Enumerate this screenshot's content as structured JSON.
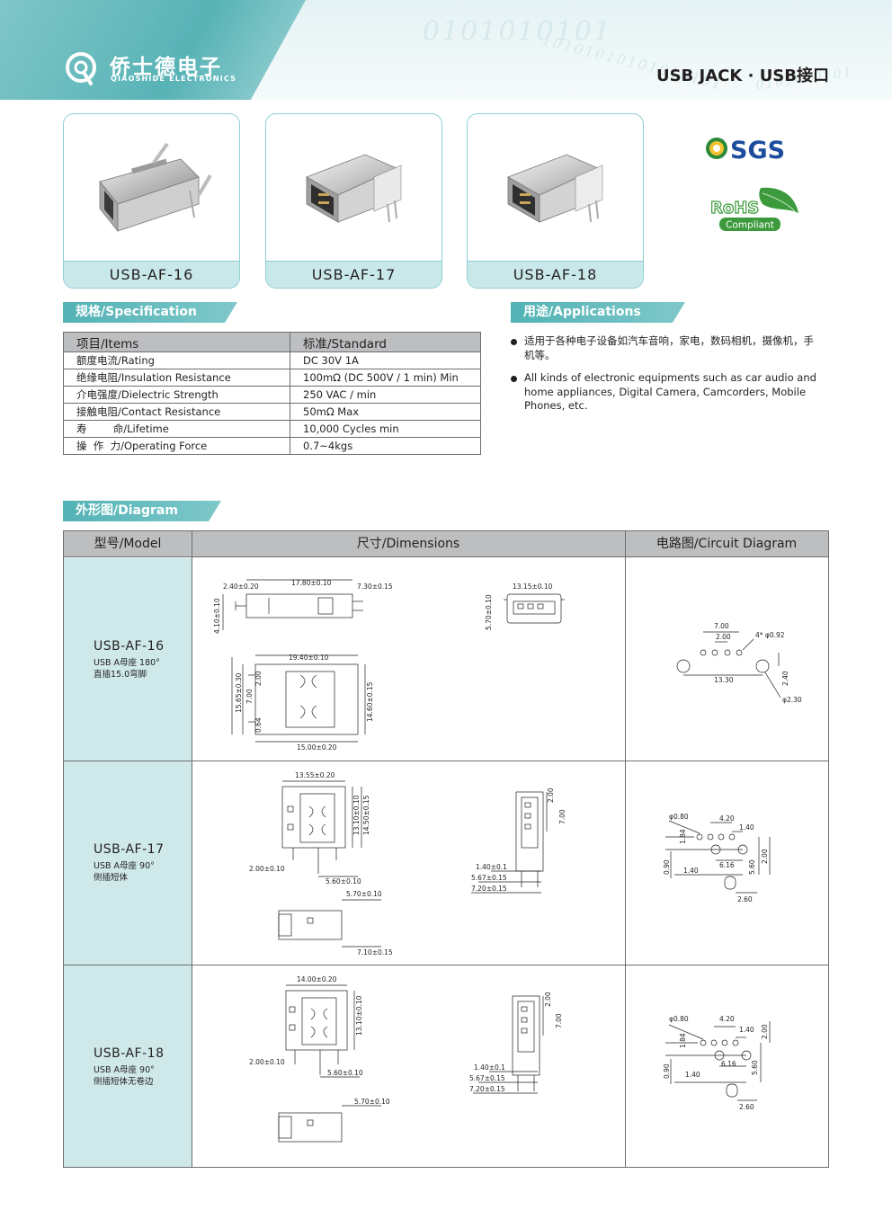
{
  "header": {
    "brand_cn": "侨士德电子",
    "brand_en": "QIAOSHIDE ELECTRONICS",
    "title": "USB JACK · USB接口",
    "binary_a": "0101010101",
    "binary_b": "10101010101010101"
  },
  "products": [
    {
      "label": "USB-AF-16"
    },
    {
      "label": "USB-AF-17"
    },
    {
      "label": "USB-AF-18"
    }
  ],
  "certifications": {
    "sgs": "SGS",
    "rohs": "RoHS",
    "rohs_sub": "Compliant"
  },
  "colors": {
    "accent": "#58b3b6",
    "tab": "#52b2b5",
    "table_header": "#bcbec0",
    "model_cell": "#cfe9ea"
  },
  "specification": {
    "tab": "规格/Specification",
    "header": [
      "项目/Items",
      "标准/Standard"
    ],
    "rows": [
      [
        "额度电流/Rating",
        "DC  30V  1A"
      ],
      [
        "绝缘电阻/Insulation Resistance",
        "100mΩ (DC 500V / 1 min) Min"
      ],
      [
        "介电强度/Dielectric Strength",
        "250 VAC / min"
      ],
      [
        "接触电阻/Contact Resistance",
        "50mΩ Max"
      ],
      [
        "寿        命/Lifetime",
        "10,000 Cycles min"
      ],
      [
        "操  作  力/Operating Force",
        "0.7~4kgs"
      ]
    ]
  },
  "applications": {
    "tab": "用途/Applications",
    "items": [
      "适用于各种电子设备如汽车音响，家电，数码相机，摄像机，手机等。",
      "All kinds of electronic equipments such as car audio and home appliances, Digital Camera, Camcorders, Mobile Phones, etc."
    ]
  },
  "diagram": {
    "tab": "外形图/Diagram",
    "columns": [
      "型号/Model",
      "尺寸/Dimensions",
      "电路图/Circuit Diagram"
    ],
    "rows": [
      {
        "model": "USB-AF-16",
        "desc1": "USB A母座 180°",
        "desc2": "直插15.0弯脚",
        "dims": {
          "a": "2.40±0.20",
          "b": "17.80±0.10",
          "c": "7.30±0.15",
          "d": "4.10±0.10",
          "e": "13.15±0.10",
          "f": "5.70±0.10",
          "g": "19.40±0.10",
          "h": "15.65±0.30",
          "i": "2.00",
          "j": "7.00",
          "k": "0.64",
          "l": "14.60±0.15",
          "m": "15.00±0.20"
        },
        "circuit": {
          "a": "7.00",
          "b": "2.00",
          "c": "4* φ0.92",
          "d": "13.30",
          "e": "2.40",
          "f": "φ2.30"
        }
      },
      {
        "model": "USB-AF-17",
        "desc1": "USB A母座 90°",
        "desc2": "侧插短体",
        "dims": {
          "a": "13.55±0.20",
          "b": "13.10±0.10",
          "c": "14.50±0.15",
          "d": "2.00±0.10",
          "e": "5.60±0.10",
          "f": "2.00",
          "g": "7.00",
          "h": "1.40±0.1",
          "i": "5.67±0.15",
          "j": "7.20±0.15",
          "k": "5.70±0.10",
          "l": "7.10±0.15"
        },
        "circuit": {
          "a": "φ0.80",
          "b": "4.20",
          "c": "1.40",
          "d": "1.84",
          "e": "6.16",
          "f": "0.90",
          "g": "1.40",
          "h": "5.60",
          "i": "2.00",
          "j": "2.60"
        }
      },
      {
        "model": "USB-AF-18",
        "desc1": "USB A母座 90°",
        "desc2": "侧插短体无卷边",
        "dims": {
          "a": "14.00±0.20",
          "b": "13.10±0.10",
          "c": "2.00±0.10",
          "d": "5.60±0.10",
          "e": "2.00",
          "f": "7.00",
          "g": "1.40±0.1",
          "h": "5.67±0.15",
          "i": "7.20±0.15",
          "j": "5.70±0.10"
        },
        "circuit": {
          "a": "φ0.80",
          "b": "4.20",
          "c": "1.40",
          "d": "1.84",
          "e": "6.16",
          "f": "0.90",
          "g": "1.40",
          "h": "5.60",
          "i": "2.00",
          "j": "2.60"
        }
      }
    ]
  }
}
